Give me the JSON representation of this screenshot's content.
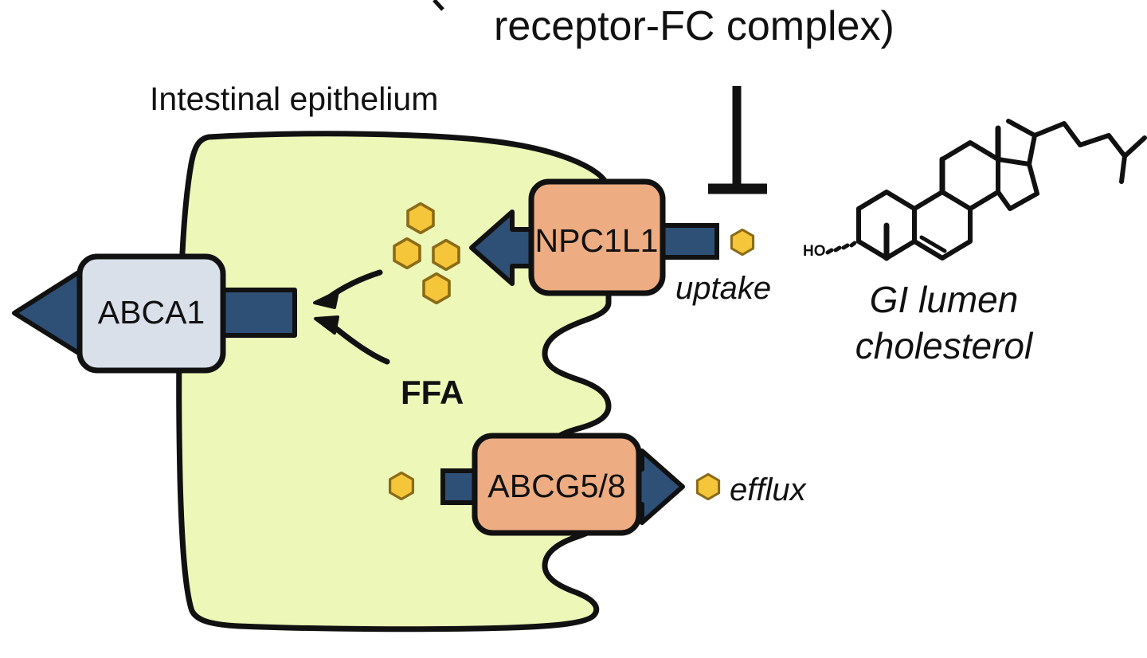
{
  "figure": {
    "domain": "Diagram",
    "caption_fragment": "receptor-FC complex)",
    "labels": {
      "epithelium": "Intestinal epithelium",
      "ffa": "FFA",
      "uptake": "uptake",
      "efflux": "efflux",
      "gi_lumen_line1": "GI lumen",
      "gi_lumen_line2": "cholesterol",
      "hydroxyl": "HO"
    },
    "proteins": [
      {
        "id": "abca1",
        "label": "ABCA1",
        "fill": "#D9E0EA",
        "direction": "left",
        "role": "efflux-transporter-basolateral"
      },
      {
        "id": "npc1l1",
        "label": "NPC1L1",
        "fill": "#EDAC82",
        "direction": "left",
        "role": "uptake-transporter-apical"
      },
      {
        "id": "abcg58",
        "label": "ABCG5/8",
        "fill": "#EDAC82",
        "direction": "right",
        "role": "efflux-transporter-apical"
      }
    ],
    "colors": {
      "cell_fill": "#EDF7B8",
      "outline": "#111111",
      "navy_arrow": "#2E5077",
      "salmon_protein": "#EDAC82",
      "gray_protein": "#D9E0EA",
      "cholesterol_hexagon": "#F5C53A",
      "hexagon_border": "#8A6B17",
      "background": "#FFFFFF"
    },
    "particles": {
      "intracellular_cholesterol_count": 4,
      "luminal_cholesterol_count": 1,
      "efflux_cholesterol_count": 1,
      "apical_pre_efflux_cholesterol_count": 1,
      "glyph": "hexagon"
    },
    "inhibition": {
      "symbol": "T-bar",
      "meaning": "inhibition of NPC1L1 uptake"
    },
    "molecule": {
      "name": "cholesterol",
      "features": "steroid four-ring core with 3-beta hydroxyl and isooctyl side chain"
    }
  }
}
